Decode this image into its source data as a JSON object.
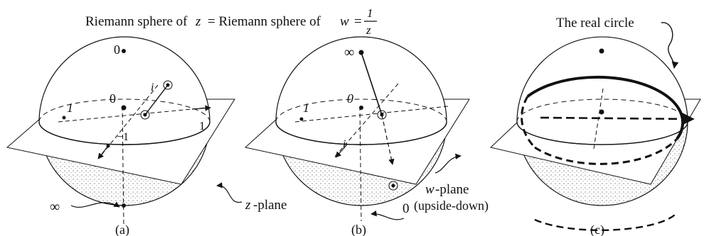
{
  "title": {
    "left": "Riemann sphere of",
    "z": "z",
    "eq": "= Riemann sphere of",
    "w": "w",
    "eq2": "=",
    "num": "1",
    "den": "z"
  },
  "panel_a": {
    "caption": "(a)",
    "label_zero_top": "0",
    "label_one_left": "1",
    "label_zero_center": "0",
    "label_i": "i",
    "label_one_right": "1",
    "label_minus_one": "−1",
    "label_infinity": "∞",
    "plane_label_var": "z",
    "plane_label_rest": "-plane"
  },
  "panel_b": {
    "caption": "(b)",
    "label_infinity": "∞",
    "label_one_left": "1",
    "label_zero_center": "0",
    "label_i": "i",
    "label_zero_bottom": "0",
    "plane_label_var": "w",
    "plane_label_rest": "-plane",
    "plane_label_line2": "(upside-down)"
  },
  "panel_c": {
    "caption": "(c)",
    "title": "The real circle"
  }
}
